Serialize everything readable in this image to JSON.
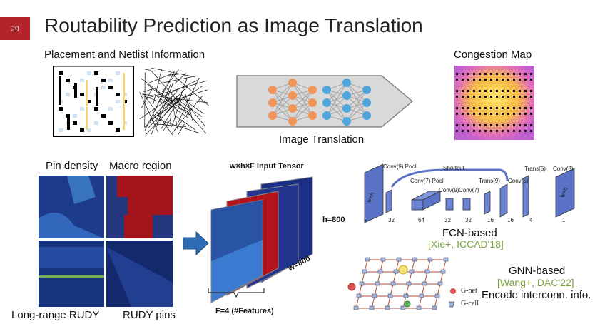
{
  "slide": {
    "number": "29",
    "title": "Routability Prediction as Image Translation"
  },
  "top": {
    "placement_label": "Placement and Netlist Information",
    "translation_label": "Image Translation",
    "congestion_label": "Congestion Map"
  },
  "features": {
    "pin_density": "Pin density",
    "macro_region": "Macro region",
    "long_range_rudy": "Long-range RUDY",
    "rudy_pins": "RUDY pins"
  },
  "tensor": {
    "title": "w×h×F Input Tensor",
    "height": "h=800",
    "width": "w=800",
    "features": "F=4 (#Features)"
  },
  "fcn": {
    "label": "FCN-based",
    "citation": "[Xie+, ICCAD'18]",
    "layers": {
      "conv9pool": "Conv(9) Pool",
      "conv7pool": "Conv(7) Pool",
      "conv9": "Conv(9)",
      "conv7": "Conv(7)",
      "trans9": "Trans(9)",
      "conv5": "Conv(5)",
      "trans5": "Trans(5)",
      "conv3": "Conv(3)",
      "shortcut": "Shortcut"
    },
    "sizes": [
      "F",
      "32",
      "64",
      "32",
      "32",
      "16",
      "16",
      "4",
      "1"
    ],
    "wxh": "w×h"
  },
  "gnn": {
    "label": "GNN-based",
    "citation": "[Wang+, DAC'22]",
    "description": "Encode interconn. info.",
    "legend_gnet": "G-net",
    "legend_gcell": "G-cell"
  },
  "colors": {
    "badge": "#b3232b",
    "citation": "#7aa03a",
    "arrow": "#2e6db5"
  }
}
